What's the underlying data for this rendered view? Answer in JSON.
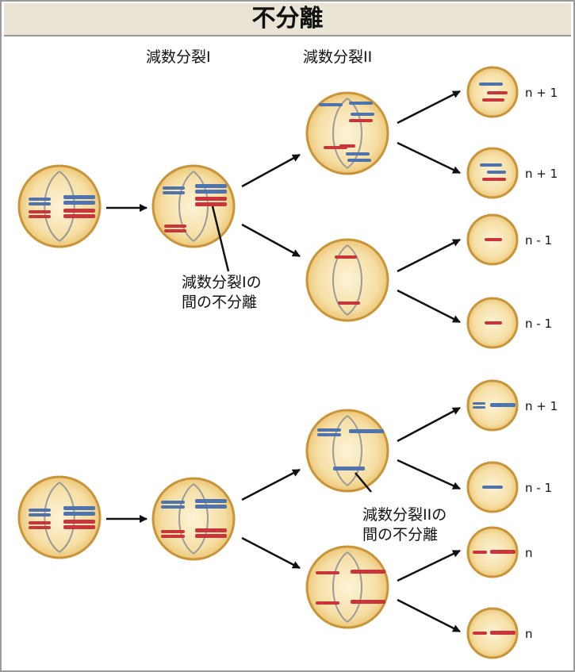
{
  "title": "不分離",
  "headers": {
    "meiosis1": "減数分裂I",
    "meiosis2": "減数分裂II"
  },
  "annotations": {
    "nd1_line1": "減数分裂Iの",
    "nd1_line2": "間の不分離",
    "nd2_line1": "減数分裂IIの",
    "nd2_line2": "間の不分離"
  },
  "gamete_labels": {
    "top": [
      "n + 1",
      "n + 1",
      "n - 1",
      "n - 1"
    ],
    "bottom": [
      "n + 1",
      "n - 1",
      "n",
      "n"
    ]
  },
  "colors": {
    "cell_fill": "#f6dfa6",
    "cell_border": "#c8953a",
    "chrom_blue": "#4f74ad",
    "chrom_red": "#c8363c",
    "spindle": "#9a9a9a"
  }
}
